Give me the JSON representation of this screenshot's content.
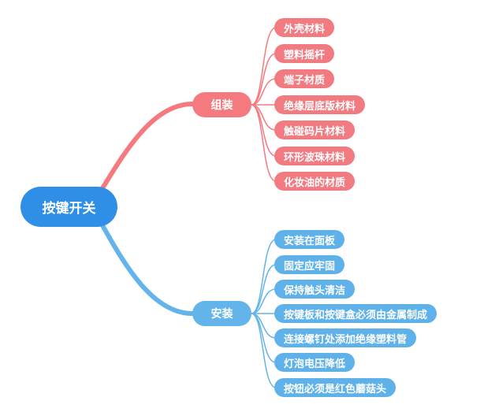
{
  "root": {
    "label": "按键开关"
  },
  "branches": [
    {
      "label": "组装",
      "color": "#f47a80",
      "children": [
        "外壳材料",
        "塑料摇杆",
        "端子材质",
        "绝缘层底版材料",
        "触碰码片材料",
        "环形波珠材料",
        "化妆油的材质"
      ]
    },
    {
      "label": "安装",
      "color": "#63b4ea",
      "children": [
        "安装在面板",
        "固定应牢固",
        "保持触头清洁",
        "按键板和按键盒必须由金属制成",
        "连接螺钉处添加绝缘塑料管",
        "灯泡电压降低",
        "按钮必须是红色蘑菇头"
      ]
    }
  ]
}
